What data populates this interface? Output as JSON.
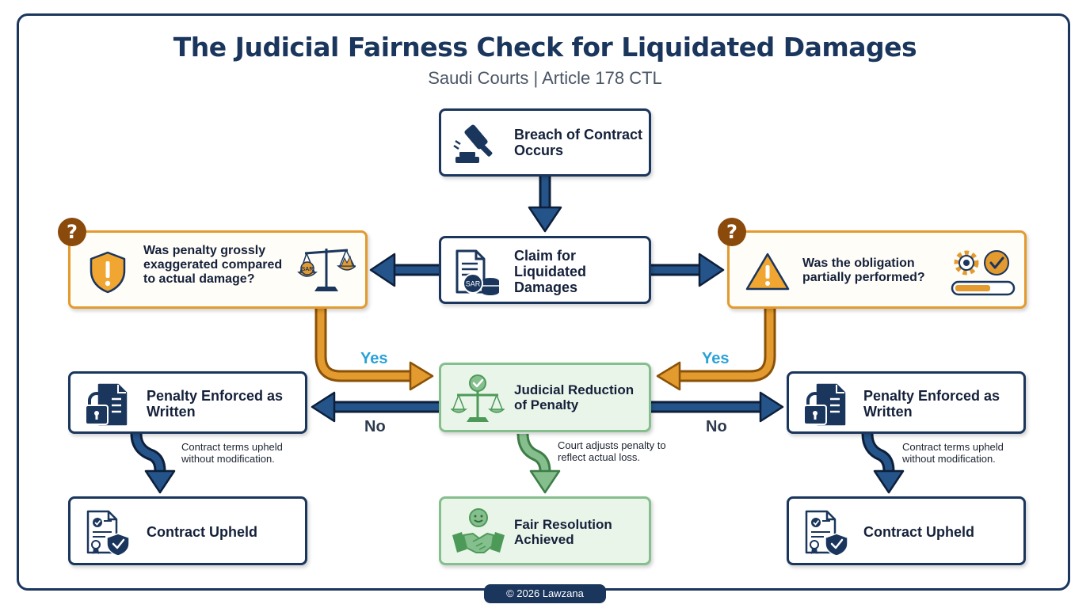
{
  "title": "The Judicial Fairness Check for Liquidated Damages",
  "subtitle": "Saudi Courts | Article 178 CTL",
  "nodes": {
    "breach": {
      "label": "Breach of Contract Occurs",
      "icon": "gavel-icon"
    },
    "claim": {
      "label": "Claim for Liquidated Damages",
      "icon": "document-coins-icon",
      "badge": "SAR"
    },
    "q_exaggerated": {
      "label": "Was penalty grossly exaggerated compared to actual damage?",
      "icon": "warning-shield-icon",
      "badge": "?",
      "scale_tag": "SAR"
    },
    "q_partial": {
      "label": "Was the obligation partially performed?",
      "icon": "warning-triangle-icon",
      "badge": "?"
    },
    "reduction": {
      "label": "Judicial Reduction of Penalty",
      "icon": "balance-scale-check-icon"
    },
    "enforced_left": {
      "label": "Penalty Enforced as Written",
      "icon": "locked-document-icon"
    },
    "enforced_right": {
      "label": "Penalty Enforced as Written",
      "icon": "locked-document-icon"
    },
    "upheld_left": {
      "label": "Contract Upheld",
      "icon": "certificate-shield-icon"
    },
    "upheld_right": {
      "label": "Contract Upheld",
      "icon": "certificate-shield-icon"
    },
    "fair": {
      "label": "Fair Resolution Achieved",
      "icon": "handshake-icon"
    }
  },
  "edges": {
    "yes_left": "Yes",
    "yes_right": "Yes",
    "no_left": "No",
    "no_right": "No"
  },
  "notes": {
    "upheld_left": "Contract terms upheld without modification.",
    "upheld_right": "Contract terms upheld without modification.",
    "reduction": "Court adjusts penalty to reflect actual loss."
  },
  "footer": "© 2026 Lawzana",
  "colors": {
    "navy": "#1b365d",
    "orange": "#e39a2e",
    "green": "#86bf8e",
    "yes_text": "#2aa1d8",
    "badge": "#8a4a0c"
  }
}
